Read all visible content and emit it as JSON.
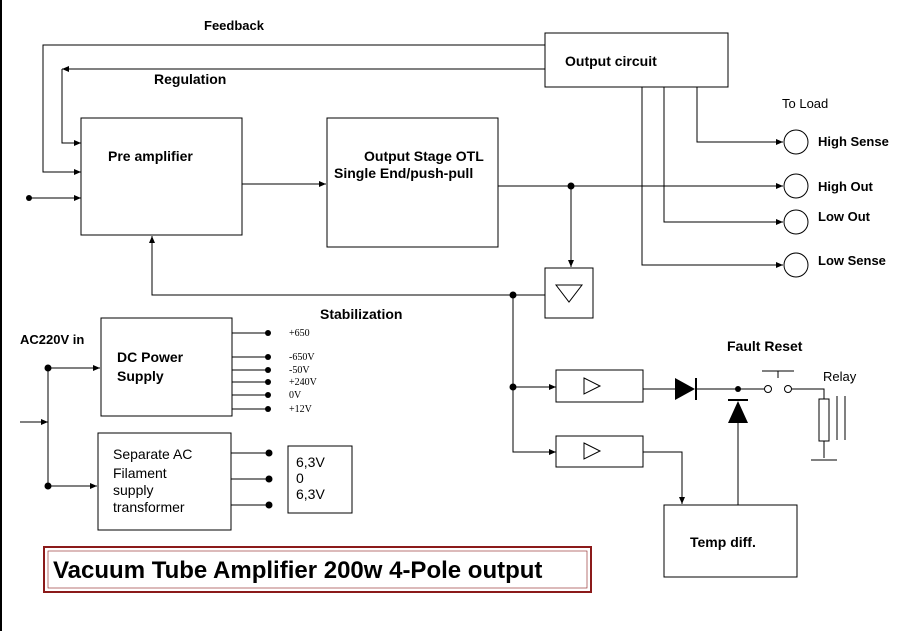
{
  "labels": {
    "feedback": "Feedback",
    "regulation": "Regulation",
    "to_load": "To Load",
    "stabilization": "Stabilization",
    "ac_in": "AC220V in",
    "fault_reset": "Fault Reset",
    "relay": "Relay"
  },
  "blocks": {
    "output_circuit": "Output circuit",
    "pre_amplifier": "Pre amplifier",
    "output_stage_line1": "Output Stage OTL",
    "output_stage_line2": "Single End/push-pull",
    "dc_power_line1": "DC Power",
    "dc_power_line2": "Supply",
    "filament_line1": "Separate AC",
    "filament_line2": "Filament",
    "filament_line3": "supply",
    "filament_line4": "transformer",
    "temp_diff": "Temp diff."
  },
  "outputs": {
    "high_sense": "High Sense",
    "high_out": "High Out",
    "low_out": "Low Out",
    "low_sense": "Low Sense"
  },
  "dc_voltages": [
    "+650",
    "-650V",
    "-50V",
    "+240V",
    "0V",
    "+12V"
  ],
  "filament_voltages": [
    "6,3V",
    "0",
    "6,3V"
  ],
  "title": "Vacuum Tube Amplifier 200w 4-Pole output",
  "colors": {
    "title_border": "#8b1a1a",
    "line": "#000000",
    "background": "#ffffff"
  }
}
